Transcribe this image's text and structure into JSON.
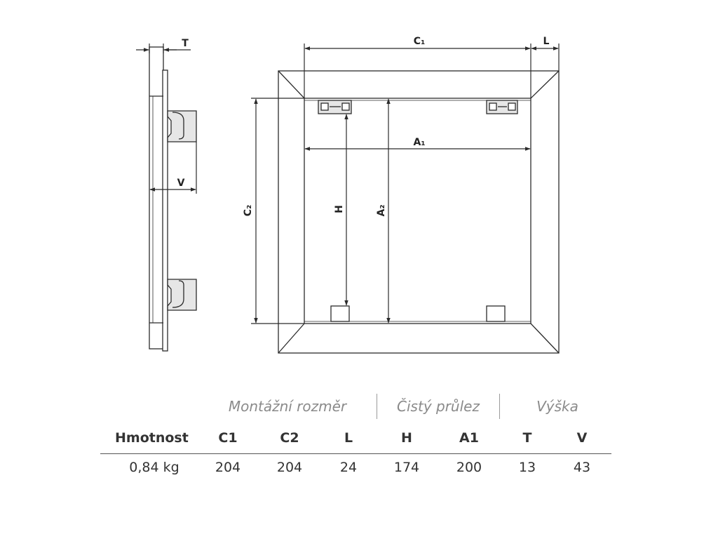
{
  "drawing": {
    "labels": {
      "T": "T",
      "V": "V",
      "C1": "C₁",
      "L": "L",
      "A1": "A₁",
      "C2": "C₂",
      "H": "H",
      "A2": "A₂"
    },
    "colors": {
      "line": "#2b2b2b",
      "frame_fill": "#ffffff",
      "hinge_fill": "#e6e6e6"
    }
  },
  "table": {
    "groups": {
      "mounting": "Montážní rozměr",
      "clear_opening": "Čistý průlez",
      "height": "Výška"
    },
    "headers": {
      "weight": "Hmotnost",
      "c1": "C1",
      "c2": "C2",
      "l": "L",
      "h": "H",
      "a1": "A1",
      "t": "T",
      "v": "V"
    },
    "values": {
      "weight": "0,84 kg",
      "c1": "204",
      "c2": "204",
      "l": "24",
      "h": "174",
      "a1": "200",
      "t": "13",
      "v": "43"
    }
  }
}
